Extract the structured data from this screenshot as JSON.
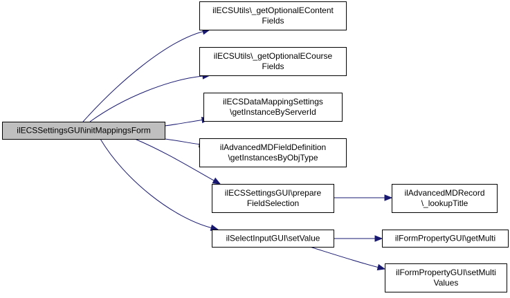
{
  "colors": {
    "edge": "#191970",
    "root_fill": "#bfbfbf",
    "node_fill": "#ffffff",
    "border": "#000000"
  },
  "nodes": {
    "root": {
      "lines": [
        "ilECSSettingsGUI\\initMappingsForm"
      ]
    },
    "optional_econtent": {
      "lines": [
        "ilECSUtils\\_getOptionalEContent",
        "Fields"
      ]
    },
    "optional_ecourse": {
      "lines": [
        "ilECSUtils\\_getOptionalECourse",
        "Fields"
      ]
    },
    "data_mapping": {
      "lines": [
        "ilECSDataMappingSettings",
        "\\getInstanceByServerId"
      ]
    },
    "md_field_def": {
      "lines": [
        "ilAdvancedMDFieldDefinition",
        "\\getInstancesByObjType"
      ]
    },
    "prepare_field": {
      "lines": [
        "ilECSSettingsGUI\\prepare",
        "FieldSelection"
      ]
    },
    "md_record": {
      "lines": [
        "ilAdvancedMDRecord",
        "\\_lookupTitle"
      ]
    },
    "select_input": {
      "lines": [
        "ilSelectInputGUI\\setValue"
      ]
    },
    "get_multi": {
      "lines": [
        "ilFormPropertyGUI\\getMulti"
      ]
    },
    "set_multi": {
      "lines": [
        "ilFormPropertyGUI\\setMulti",
        "Values"
      ]
    }
  },
  "edges": [
    [
      "root",
      "optional_econtent"
    ],
    [
      "root",
      "optional_ecourse"
    ],
    [
      "root",
      "data_mapping"
    ],
    [
      "root",
      "md_field_def"
    ],
    [
      "root",
      "prepare_field"
    ],
    [
      "root",
      "select_input"
    ],
    [
      "prepare_field",
      "md_record"
    ],
    [
      "select_input",
      "get_multi"
    ],
    [
      "select_input",
      "set_multi"
    ]
  ]
}
